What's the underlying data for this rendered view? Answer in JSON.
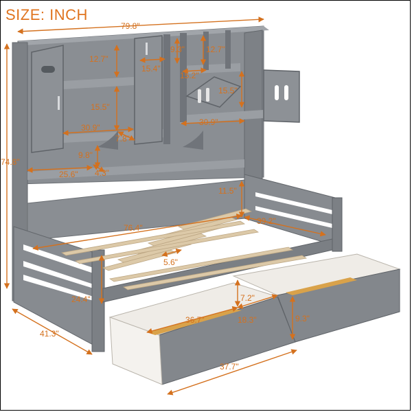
{
  "title": "SIZE: INCH",
  "colors": {
    "dimension": "#d4711e",
    "wood": "#808489",
    "slat": "#dcc9a8",
    "drawer_inner": "#efece7"
  },
  "dimensions": {
    "overall_width": "79.8\"",
    "overall_height": "74.8\"",
    "depth": "41.3\"",
    "left_cube_height": "12.7\"",
    "mid_cube_height": "9.3\"",
    "right_top_cube_height": "12.7\"",
    "small_cube_width": "15.4\"",
    "small_cube_width_2": "15.2\"",
    "right_shelf_height": "15.5\"",
    "left_shelf_height": "15.5\"",
    "left_shelf_width": "30.9\"",
    "right_shelf_width": "30.9\"",
    "divider_depth": "7.8\"",
    "lower_shelf_height": "9.8\"",
    "bottom_shelf_width": "25.6\"",
    "bottom_shelf_depth": "4.3\"",
    "back_panel_height": "11.5\"",
    "mattress_length": "76.4\"",
    "mattress_width": "39.2\"",
    "slat_gap": "5.6\"",
    "side_height": "24.4\"",
    "drawer_inner_depth": "7.2\"",
    "drawer_inner_length": "36.7\"",
    "drawer_inner_width": "18.3\"",
    "drawer_height": "9.3\"",
    "drawer_length": "37.7\""
  }
}
